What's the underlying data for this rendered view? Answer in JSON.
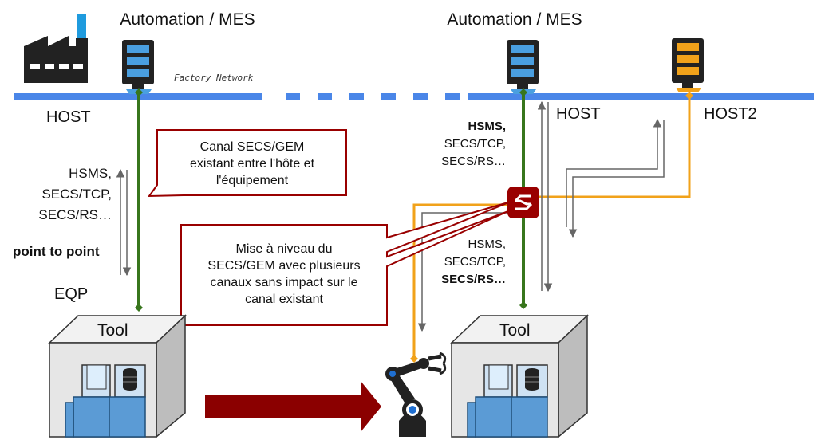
{
  "left": {
    "mes_title": "Automation / MES",
    "network_label": "Factory Network",
    "host_label": "HOST",
    "protocols": [
      "HSMS,",
      "SECS/TCP,",
      "SECS/RS…"
    ],
    "p2p_label": "point to point",
    "eqp_label": "EQP",
    "tool_label": "Tool"
  },
  "right": {
    "mes_title": "Automation / MES",
    "host_label": "HOST",
    "host2_label": "HOST2",
    "protocols_top": [
      "HSMS,",
      "SECS/TCP,",
      "SECS/RS…"
    ],
    "protocols_bottom": [
      "HSMS,",
      "SECS/TCP,",
      "SECS/RS…"
    ],
    "tool_label": "Tool"
  },
  "callouts": {
    "existing_channel": [
      "Canal SECS/GEM",
      "existant entre l'hôte et",
      "l'équipement"
    ],
    "upgrade": [
      "Mise à niveau du",
      "SECS/GEM avec plusieurs",
      "canaux sans impact sur le",
      "canal existant"
    ]
  },
  "colors": {
    "network": "#4a86e8",
    "primary_link": "#38761d",
    "secondary_link": "#f1a21a",
    "callout_border": "#990000",
    "arrow": "#8b0000",
    "hub": "#990000",
    "server_blue": "#4a9fe0",
    "server_orange": "#f1a21a"
  }
}
